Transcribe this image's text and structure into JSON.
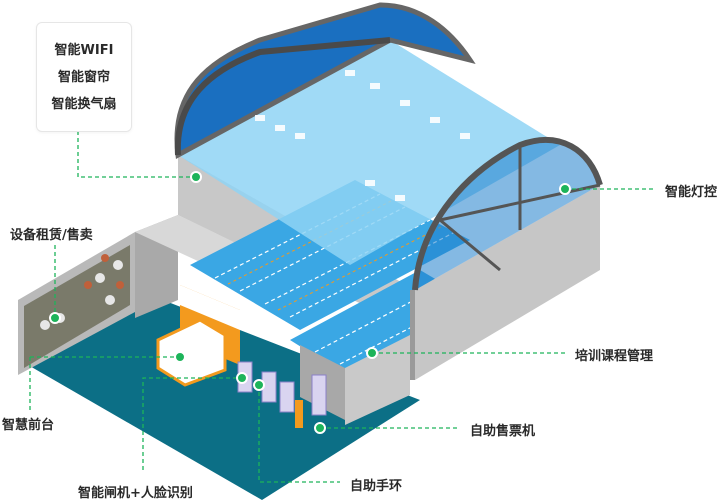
{
  "colors": {
    "accent": "#1db45a",
    "floor": "#0c6f86",
    "wall": "#c9c9c9",
    "roof": "#1a6fc0",
    "glass": "#8fd3f5",
    "water": "#3aa7e4",
    "counter": "#f39a1e"
  },
  "info_box": {
    "items": [
      "智能WIFI",
      "智能窗帘",
      "智能换气扇"
    ]
  },
  "labels": {
    "equipment": "设备租赁/售卖",
    "front_desk": "智慧前台",
    "gate": "智能闸机+人脸识别",
    "wristband": "自助手环",
    "ticket": "自助售票机",
    "training": "培训课程管理",
    "lighting": "智能灯控"
  }
}
